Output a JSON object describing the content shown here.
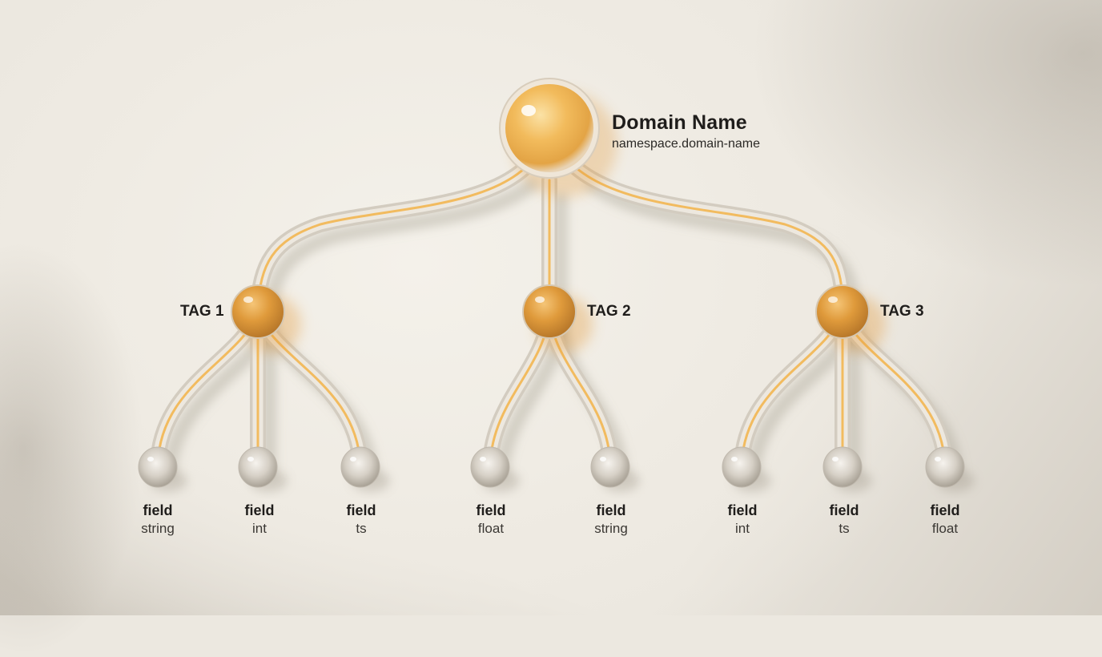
{
  "diagram": {
    "type": "tree",
    "style": "glass-amber-tubes",
    "colors": {
      "background": "#ece8e0",
      "amber_node": "#e9a640",
      "amber_glow": "#f6c873",
      "tube": "#d9d3c8",
      "text": "#1f1d1b"
    },
    "root": {
      "title": "Domain Name",
      "subtitle": "namespace.domain-name"
    },
    "tags": [
      {
        "label": "TAG 1",
        "fields": [
          {
            "name": "field",
            "type": "string"
          },
          {
            "name": "field",
            "type": "int"
          },
          {
            "name": "field",
            "type": "ts"
          }
        ]
      },
      {
        "label": "TAG 2",
        "fields": [
          {
            "name": "field",
            "type": "float"
          },
          {
            "name": "field",
            "type": "string"
          }
        ]
      },
      {
        "label": "TAG 3",
        "fields": [
          {
            "name": "field",
            "type": "int"
          },
          {
            "name": "field",
            "type": "ts"
          },
          {
            "name": "field",
            "type": "float"
          }
        ]
      }
    ]
  }
}
